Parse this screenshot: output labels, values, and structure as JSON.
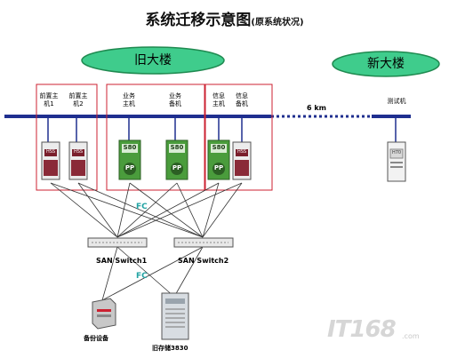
{
  "title": "系统迁移示意图",
  "subtitle": "(原系统状况)",
  "buildings": {
    "old": "旧大楼",
    "new": "新大楼"
  },
  "distance": "6 km",
  "hosts": [
    {
      "id": "front1",
      "label": "前置主机1",
      "model": "HSS"
    },
    {
      "id": "front2",
      "label": "前置主机2",
      "model": "HSS"
    },
    {
      "id": "biz_primary",
      "label": "业务主机",
      "model": "S80",
      "badge": "PP"
    },
    {
      "id": "biz_backup",
      "label": "业务备机",
      "model": "S80",
      "badge": "PP"
    },
    {
      "id": "info_primary",
      "label": "信息主机",
      "model": "S80",
      "badge": "PP"
    },
    {
      "id": "info_backup",
      "label": "信息备机",
      "model": "HSS"
    },
    {
      "id": "test",
      "label": "测试机",
      "model": "H70"
    }
  ],
  "fc_label": "FC",
  "switches": [
    "SAN Switch1",
    "SAN Switch2"
  ],
  "storage": {
    "backup_device": "备份设备",
    "old_storage": "旧存储3830"
  },
  "watermark": {
    "main": "IT168",
    "sub": ".com"
  },
  "colors": {
    "network": "#1f2f8f",
    "frame": "#cc2030",
    "building_fill": "#3fcc8c",
    "building_stroke": "#1f8a50",
    "server_s80": "#4a9c3c",
    "server_hss": "#7a1f2c"
  }
}
